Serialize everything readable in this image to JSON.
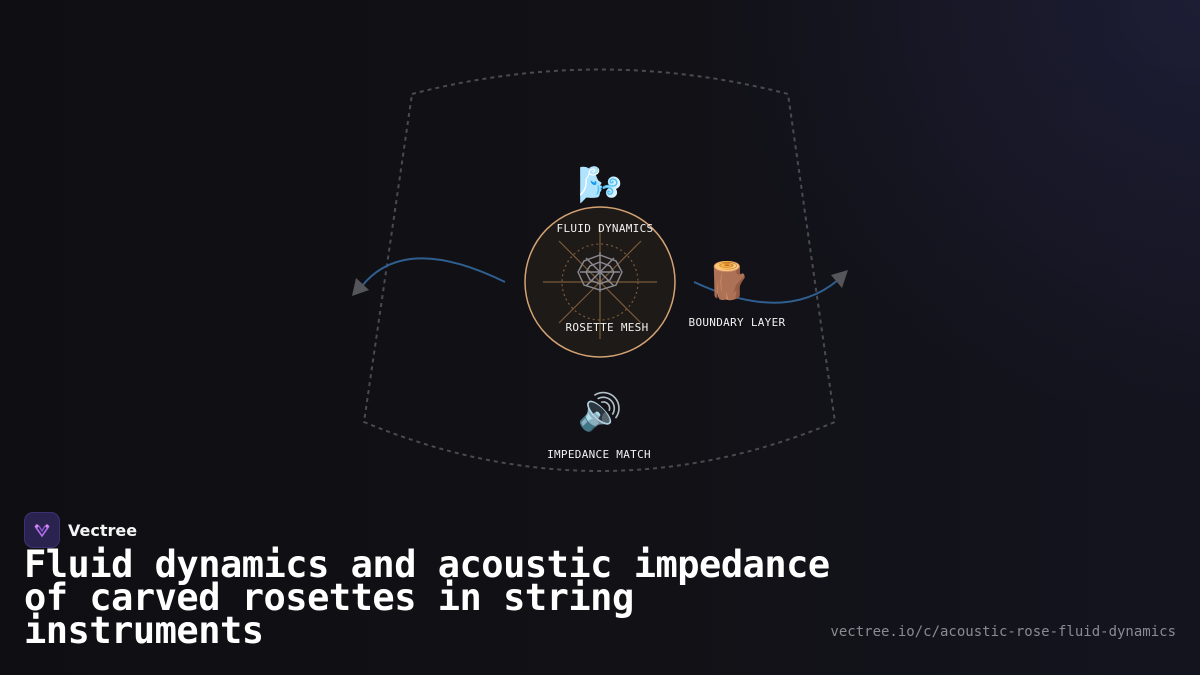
{
  "diagram": {
    "center": {
      "label": "ROSETTE MESH",
      "icon": "spider-web-icon",
      "emoji": "🕸️"
    },
    "nodes": [
      {
        "id": "fluid",
        "label": "FLUID DYNAMICS",
        "icon": "dashing-away-wind-icon",
        "emoji": "🌬️"
      },
      {
        "id": "boundary",
        "label": "BOUNDARY LAYER",
        "icon": "wood-log-icon",
        "emoji": "🪵"
      },
      {
        "id": "impedance",
        "label": "IMPEDANCE MATCH",
        "icon": "speaker-high-volume-icon",
        "emoji": "🔊"
      }
    ],
    "colors": {
      "hub_border": "#d4a373",
      "hub_fill": "#1e1a17",
      "arrow": "#2f5f8f",
      "dashed_outline": "#4a4a52"
    }
  },
  "brand": {
    "name": "Vectree",
    "icon": "vectree-logo-icon"
  },
  "title": "Fluid dynamics and acoustic impedance of carved rosettes in string instruments",
  "url": "vectree.io/c/acoustic-rose-fluid-dynamics"
}
